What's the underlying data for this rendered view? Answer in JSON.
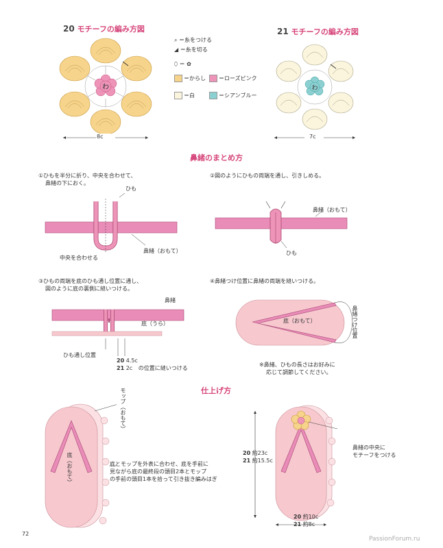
{
  "motif20": {
    "num": "20",
    "title": "モチーフの編み方図",
    "width": "8c",
    "center": "わ"
  },
  "motif21": {
    "num": "21",
    "title": "モチーフの編み方図",
    "width": "7c",
    "center": "わ"
  },
  "legend": {
    "attach": "＝糸をつける",
    "cut": "＝糸を切る",
    "eq": "＝",
    "karashi": "＝からし",
    "rose": "＝ローズピンク",
    "white": "＝白",
    "cyan": "＝シアンブルー"
  },
  "colors": {
    "karashi": "#f6d48c",
    "rose": "#ee94b8",
    "white": "#fbf5dd",
    "cyan": "#8dd0d2",
    "pink": "#e98cb8",
    "sole": "#f7c9cf",
    "accent": "#d6457a"
  },
  "section_hanao": "鼻緒のまとめ方",
  "step1": {
    "line1": "①ひもを半分に折り、中央を合わせて、",
    "line2": "鼻緒の下におく。",
    "himo": "ひも",
    "center": "中央を合わせる",
    "hanao": "鼻緒（おもて）"
  },
  "step2": {
    "text": "②図のようにひもの両端を通し、引きしめる。",
    "hanao": "鼻緒（おもて）",
    "himo": "ひも"
  },
  "step3": {
    "line1": "③ひもの両端を底のひも通し位置に通し、",
    "line2": "図のように底の裏側に縫いつける。",
    "hanao": "鼻緒",
    "sole": "底（うら）",
    "pass": "ひも通し位置",
    "n20": "20",
    "v20": "4.5c",
    "n21": "21",
    "v21": "2c",
    "sew": "の位置に縫いつける"
  },
  "step4": {
    "text": "④鼻緒つけ位置に鼻緒の両端を縫いつける。",
    "sole": "底（おもて）",
    "pos": "鼻緒つけ位置"
  },
  "note": {
    "line1": "※鼻緒、ひもの長さはお好みに",
    "line2": "応じて調節してください。"
  },
  "section_finish": "仕上げ方",
  "finish": {
    "mop": "モップ（おもて）",
    "sole": "底（おもて）",
    "text1": "底とモップを外表に合わせ、底を手前に",
    "text2": "見ながら底の最終段の頭目2本とモップ",
    "text3": "の手前の頭目1本を拾って引き抜き編みはぎ",
    "n20h": "20",
    "v20h": "約23c",
    "n21h": "21",
    "v21h": "約15.5c",
    "n20w": "20",
    "v20w": "約10c",
    "n21w": "21",
    "v21w": "約8c",
    "motif_note1": "鼻緒の中央に",
    "motif_note2": "モチーフをつける"
  },
  "page_number": "72",
  "watermark": "PassionForum.ru"
}
